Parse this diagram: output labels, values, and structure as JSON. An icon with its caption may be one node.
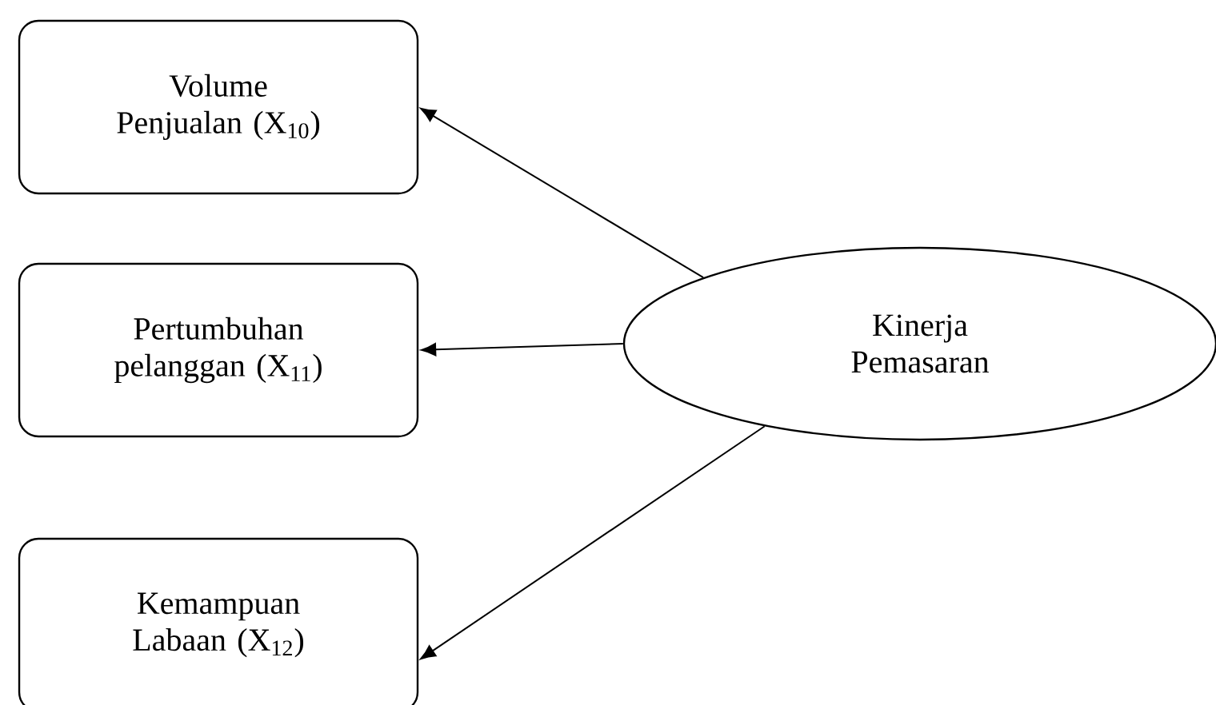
{
  "diagram": {
    "nodes": [
      {
        "text": [
          "Volume Penjualan  (X$_{10}$)"
        ]
      },
      {
        "text": [
          "Pertumbuhan pelanggan  (X$_{11}$)"
        ]
      },
      {
        "text": [
          "Kemampuan Labaan (X$_{12}$)"
        ]
      },
      {
        "text": [
          "Kinerja Pemasaran"
        ]
      }
    ],
    "edges": [
      {
        "from": 3,
        "to": 0,
        "arrow": "to"
      },
      {
        "from": 3,
        "to": 1,
        "arrow": "to"
      },
      {
        "from": 3,
        "to": 2,
        "arrow": "to"
      }
    ]
  }
}
